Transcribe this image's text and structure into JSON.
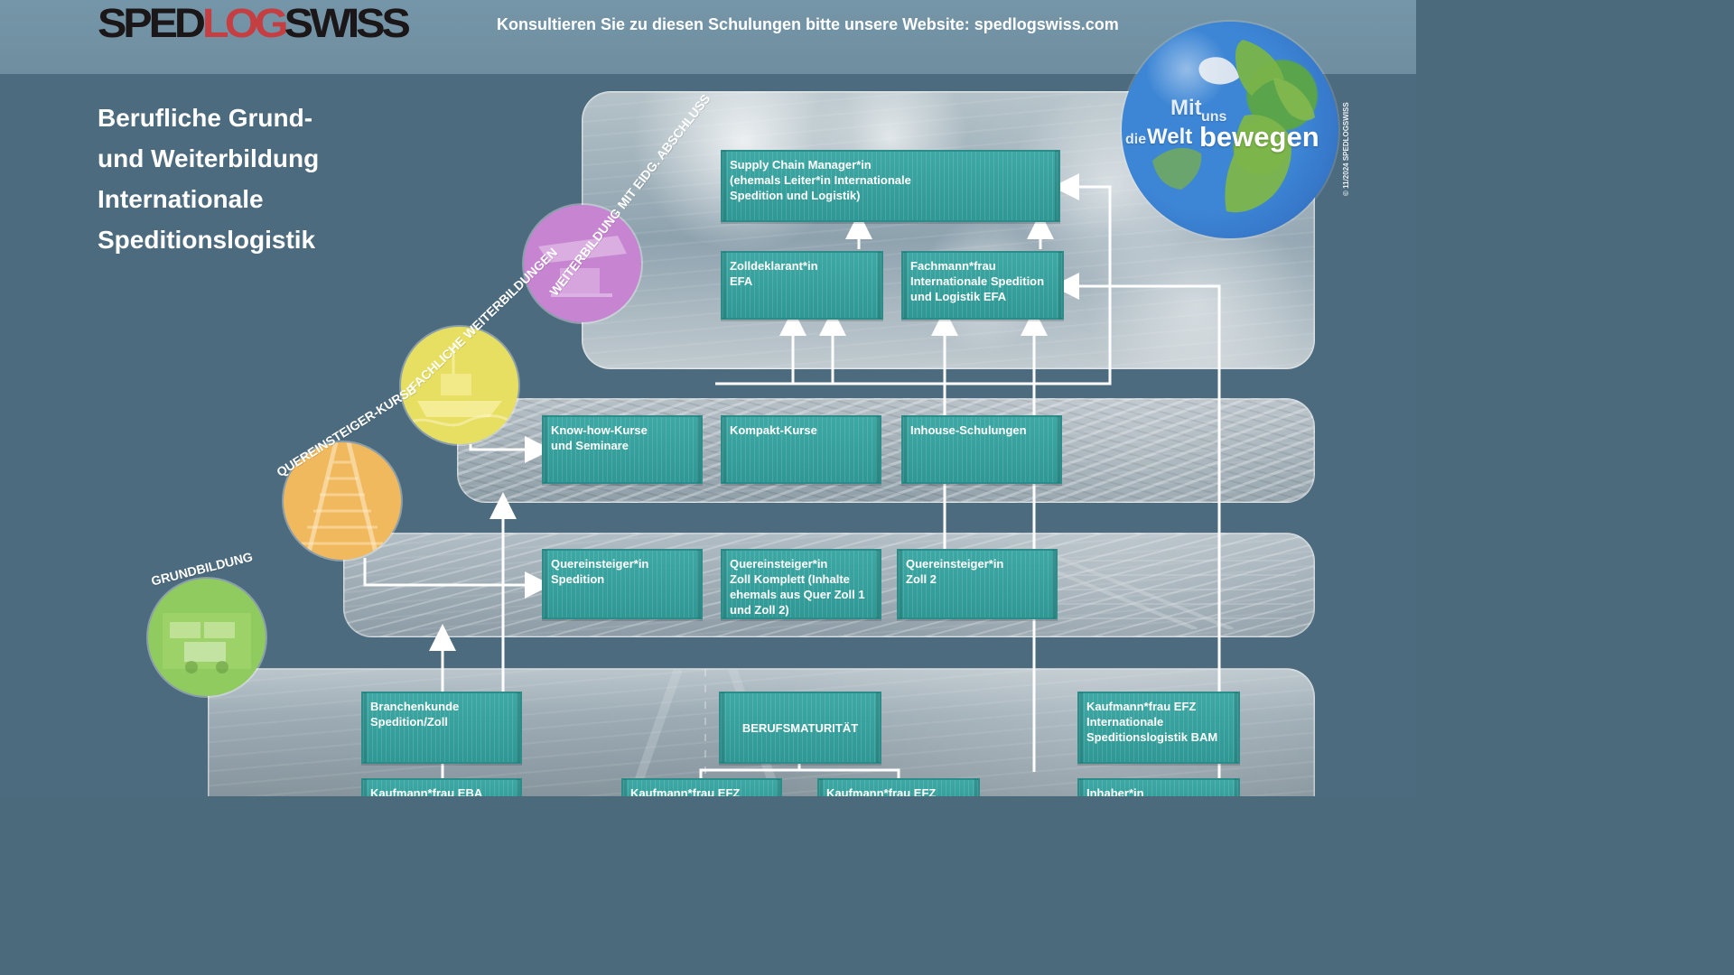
{
  "header": {
    "brand_parts": [
      "SPED",
      "LOG",
      "SWISS"
    ],
    "message": "Konsultieren Sie zu diesen Schulungen bitte unsere Website: spedlogswiss.com"
  },
  "title": {
    "lines": [
      "Berufliche Grund-",
      "und Weiterbildung",
      "Internationale",
      "Speditionslogistik"
    ]
  },
  "badges": {
    "grundbildung": "GRUNDBILDUNG",
    "quereinsteiger_kurse": "QUEREINSTEIGER-KURSE",
    "fachliche_weiterbildungen": "FACHLICHE WEITERBILDUNGEN",
    "weiterbildung_mit_eidg_abschluss": "WEITERBILDUNG MIT EIDG. ABSCHLUSS"
  },
  "globe": {
    "mit": "Mit",
    "uns": "uns",
    "die": "die",
    "welt": "Welt",
    "bewegen": "bewegen"
  },
  "copyright": "© 11/2024 SPEDLOGSWISS",
  "boxes": {
    "supply_chain_manager": "Supply Chain Manager*in\n(ehemals Leiter*in Internationale\n Spedition und Logistik)",
    "zolldeklarant": "Zolldeklarant*in\nEFA",
    "fachmann_frau": "Fachmann*frau\nInternationale Spedition\nund Logistik EFA",
    "know_how_kurse": "Know-how-Kurse\nund Seminare",
    "kompakt_kurse": "Kompakt-Kurse",
    "inhouse_schulungen": "Inhouse-Schulungen",
    "quereinsteiger_spedition": "Quereinsteiger*in\nSpedition",
    "quereinsteiger_zoll_komplett": "Quereinsteiger*in\nZoll Komplett (Inhalte\nehemals aus Quer Zoll 1\nund Zoll 2)",
    "quereinsteiger_zoll2": "Quereinsteiger*in\nZoll 2",
    "branchenkunde": "Branchenkunde\nSpedition/Zoll",
    "berufsmaturitaet": "BERUFSMATURITÄT",
    "kaufmann_efz_bam": "Kaufmann*frau EFZ\nInternationale\nSpeditionslogistik BAM",
    "kaufmann_eba": "Kaufmann*frau EBA",
    "kaufmann_efz_1": "Kaufmann*frau EFZ",
    "kaufmann_efz_2": "Kaufmann*frau EFZ",
    "inhaber": "Inhaber*in"
  }
}
